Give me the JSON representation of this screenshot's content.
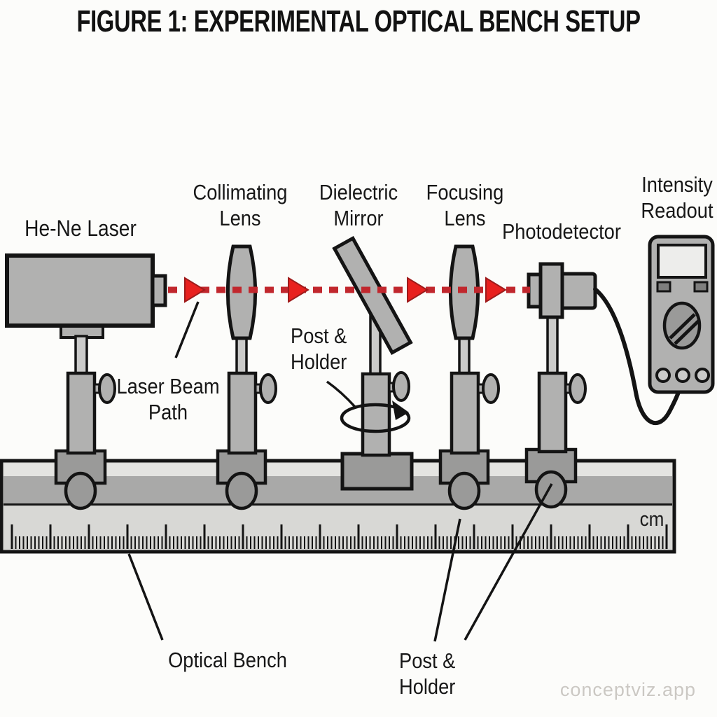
{
  "figure": {
    "title": "FIGURE 1: EXPERIMENTAL OPTICAL BENCH SETUP",
    "watermark": "conceptviz.app"
  },
  "components": {
    "laser": {
      "label": "He-Ne Laser"
    },
    "collimating_lens": {
      "label_line1": "Collimating",
      "label_line2": "Lens"
    },
    "mirror": {
      "label_line1": "Dielectric",
      "label_line2": "Mirror"
    },
    "focusing_lens": {
      "label_line1": "Focusing",
      "label_line2": "Lens"
    },
    "photodetector": {
      "label": "Photodetector"
    },
    "readout": {
      "label_line1": "Intensity",
      "label_line2": "Readout"
    }
  },
  "annotations": {
    "beam": {
      "line1": "Laser Beam",
      "line2": "Path"
    },
    "post_holder_mirror": {
      "line1": "Post &",
      "line2": "Holder"
    },
    "post_holder_bottom": {
      "line1": "Post &",
      "line2": "Holder"
    },
    "bench": {
      "label": "Optical Bench",
      "ruler_unit": "cm"
    }
  },
  "colors": {
    "background": "#fcfcfa",
    "outline": "#141414",
    "beam_dash": "#c1272d",
    "beam_arrow": "#e8201e",
    "beam_arrow_edge": "#9e1b1b",
    "metal": "#b1b1b0",
    "metal_dark": "#9a9a99",
    "metal_light": "#cbcbca",
    "bench_face": "#d8d8d5",
    "bench_rail_light": "#e4e4e1",
    "bench_rail_dark": "#a9a9a8",
    "display": "#ededeb",
    "button": "#7f7f7e"
  }
}
